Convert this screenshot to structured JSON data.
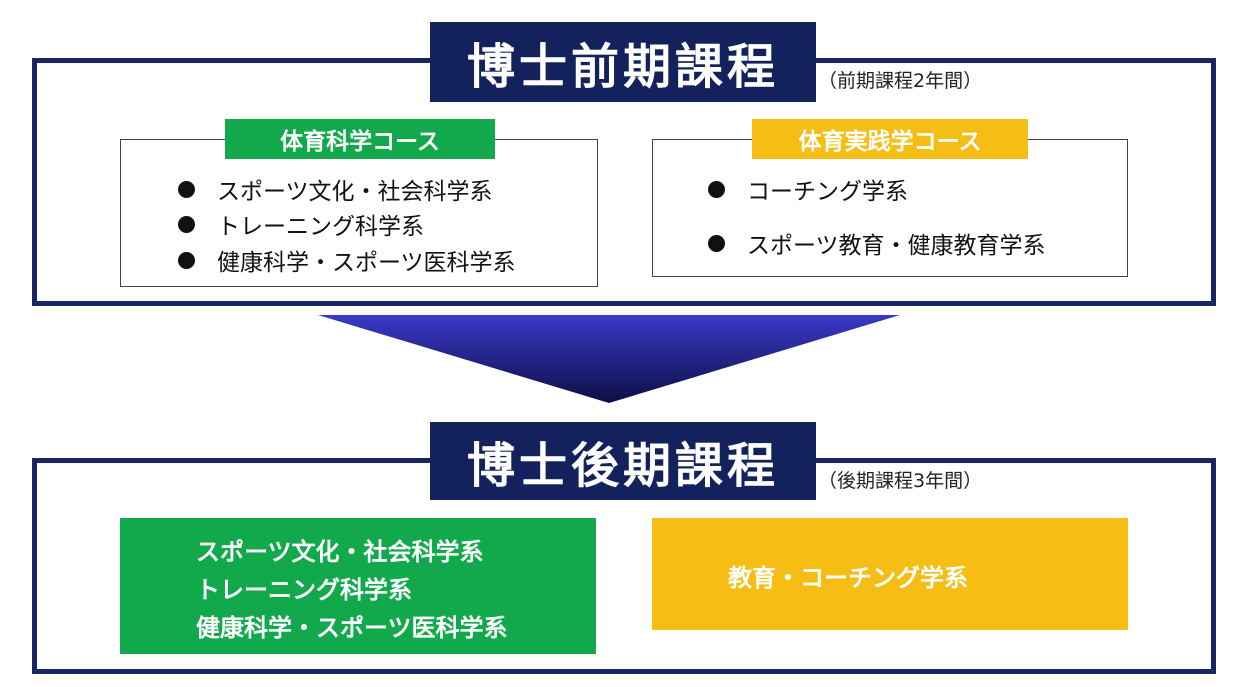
{
  "upper": {
    "title": "博士前期課程",
    "duration": "（前期課程2年間）",
    "courses": [
      {
        "label": "体育科学コース",
        "color": "#12a84c",
        "items": [
          "スポーツ文化・社会科学系",
          "トレーニング科学系",
          "健康科学・スポーツ医科学系"
        ]
      },
      {
        "label": "体育実践学コース",
        "color": "#f6bd14",
        "items": [
          "コーチング学系",
          "スポーツ教育・健康教育学系"
        ]
      }
    ]
  },
  "lower": {
    "title": "博士後期課程",
    "duration": "（後期課程3年間）",
    "blocks": [
      {
        "color": "#12a84c",
        "lines": [
          "スポーツ文化・社会科学系",
          "トレーニング科学系",
          "健康科学・スポーツ医科学系"
        ]
      },
      {
        "color": "#f6bd14",
        "lines": [
          "教育・コーチング学系"
        ]
      }
    ]
  },
  "colors": {
    "navy": "#13225c",
    "frame": "#1a2663",
    "green": "#12a84c",
    "yellow": "#f6bd14"
  }
}
